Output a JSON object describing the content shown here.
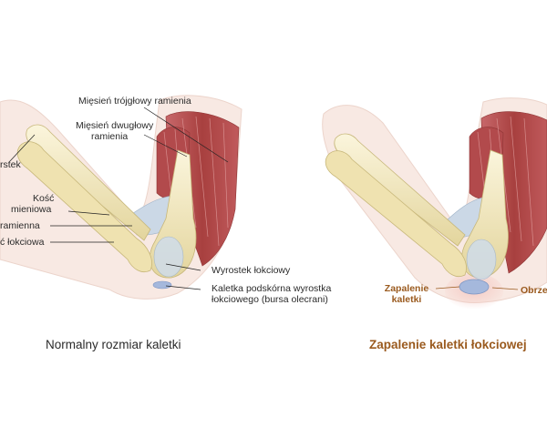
{
  "left_panel": {
    "labels": {
      "triceps": "Mięsień trójgłowy ramienia",
      "biceps_line1": "Mięsień dwugłowy",
      "biceps_line2": "ramienia",
      "partial_top": "rstek",
      "humerus_line1": "Kość",
      "humerus_line2": "mieniowa",
      "radius": "ramienna",
      "ulna": "ć łokciowa",
      "olecranon": "Wyrostek łokciowy",
      "bursa_line1": "Kaletka podskórna wyrostka",
      "bursa_line2": "łokciowego (bursa olecrani)"
    },
    "caption": "Normalny rozmiar kaletki"
  },
  "right_panel": {
    "labels": {
      "inflamed_line1": "Zapalenie",
      "inflamed_line2": "kaletki",
      "swelling_partial": "Obrze"
    },
    "caption": "Zapalenie kaletki łokciowej"
  },
  "colors": {
    "skin": "#f7e7e1",
    "bone": "#f0e6bd",
    "muscle": "#b84c4f",
    "tendon": "#c9d6e3",
    "bursa": "#a5b8dc",
    "accent": "#9a5a1e"
  }
}
